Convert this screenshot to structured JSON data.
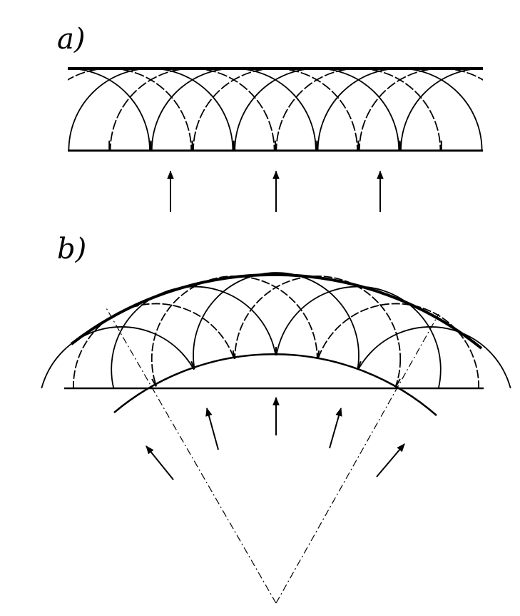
{
  "panels": [
    {
      "label": "a)",
      "description_wavefront": "plane"
    },
    {
      "label": "b)",
      "description_wavefront": "spherical"
    }
  ],
  "colors": {
    "ink": "#000000",
    "background": "#ffffff"
  }
}
